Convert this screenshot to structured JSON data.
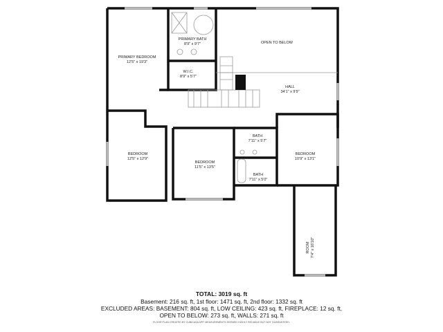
{
  "rooms": [
    {
      "name": "PRIMARY BEDROOM",
      "size": "12'5\" x 19'3\""
    },
    {
      "name": "PRIMARY BATH",
      "size": "8'9\" x 9'7\""
    },
    {
      "name": "W.I.C.",
      "size": "8'9\" x 5'7\""
    },
    {
      "name": "OPEN TO BELOW",
      "size": ""
    },
    {
      "name": "HALL",
      "size": "34'1\" x 9'9\""
    },
    {
      "name": "BEDROOM",
      "size": "12'5\" x 12'9\""
    },
    {
      "name": "BEDROOM",
      "size": "11'5\" x 13'5\""
    },
    {
      "name": "BATH",
      "size": "7'11\" x 5'7\""
    },
    {
      "name": "BATH",
      "size": "7'11\" x 5'0\""
    },
    {
      "name": "BEDROOM",
      "size": "10'9\" x 13'1\""
    },
    {
      "name": "ROOM",
      "size": "7'4\" x 16'10\""
    }
  ],
  "summary": {
    "total": "TOTAL: 3019 sq. ft",
    "line1": "Basement: 216 sq. ft, 1st floor: 1471 sq. ft, 2nd floor: 1332 sq. ft",
    "line2": "EXCLUDED AREAS: BASEMENT: 804 sq. ft, LOW CEILING: 423 sq. ft, FIREPLACE: 12 sq. ft,",
    "line3": "OPEN TO BELOW: 273 sq. ft, WALLS: 271 sq. ft",
    "credit": "FLOOR PLAN CREATED BY CUBICASA APP. MEASUREMENTS DEEMED HIGHLY RELIABLE BUT NOT GUARANTEED."
  }
}
